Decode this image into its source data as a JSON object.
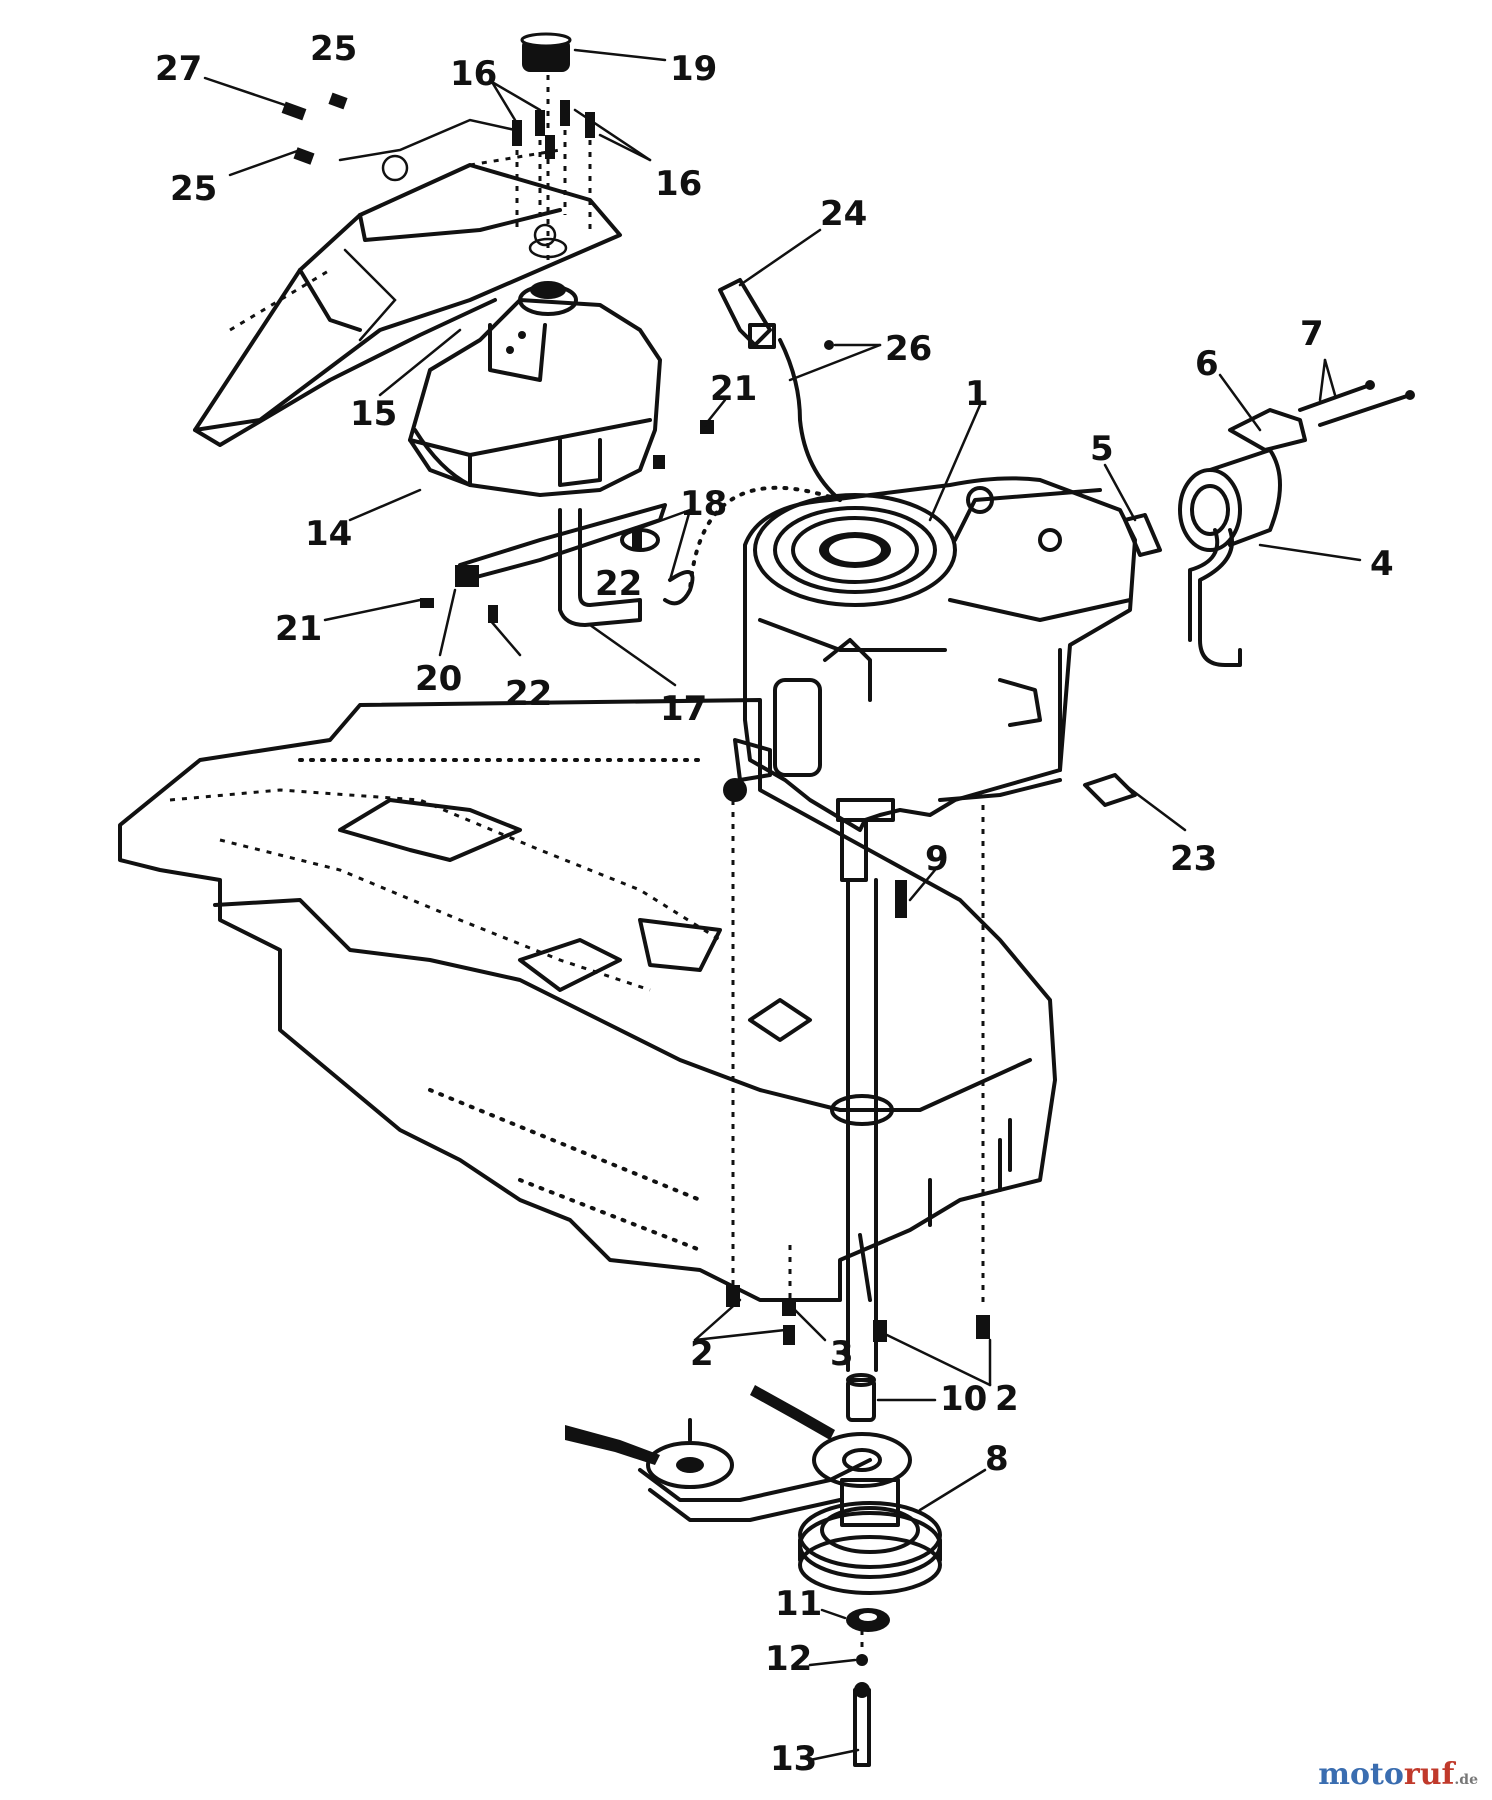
{
  "part_numbers": {
    "engine": "1",
    "screws_front_left": "2",
    "screws_front_right": "2",
    "washer": "3",
    "muffler": "4",
    "gasket": "5",
    "heat_shield": "6",
    "muffler_bolts": "7",
    "pulley": "8",
    "key": "9",
    "spacer": "10",
    "washer_lower": "11",
    "lock_washer": "12",
    "pulley_bolt": "13",
    "fuel_tank": "14",
    "tank_cap_ring": "15",
    "cap_screws_left": "16",
    "cap_screws_right": "16",
    "fuel_line": "17",
    "clip": "18",
    "fuel_cap": "19",
    "tank_bracket": "20",
    "bracket_nut_top": "21",
    "bracket_nut_left": "21",
    "bracket_bolt_center": "22",
    "bracket_bolt_bottom": "22",
    "cover_plate": "23",
    "throttle_cable_clamp": "24",
    "support_screw_left": "25",
    "support_screw_top": "25",
    "cable_ties": "26",
    "support_bolt": "27"
  },
  "watermark": {
    "part1": "moto",
    "part2": "ruf",
    "suffix": ".de"
  },
  "colors": {
    "ink": "#111111",
    "watermark_blue": "#3a6db0",
    "watermark_red": "#c0392b"
  }
}
